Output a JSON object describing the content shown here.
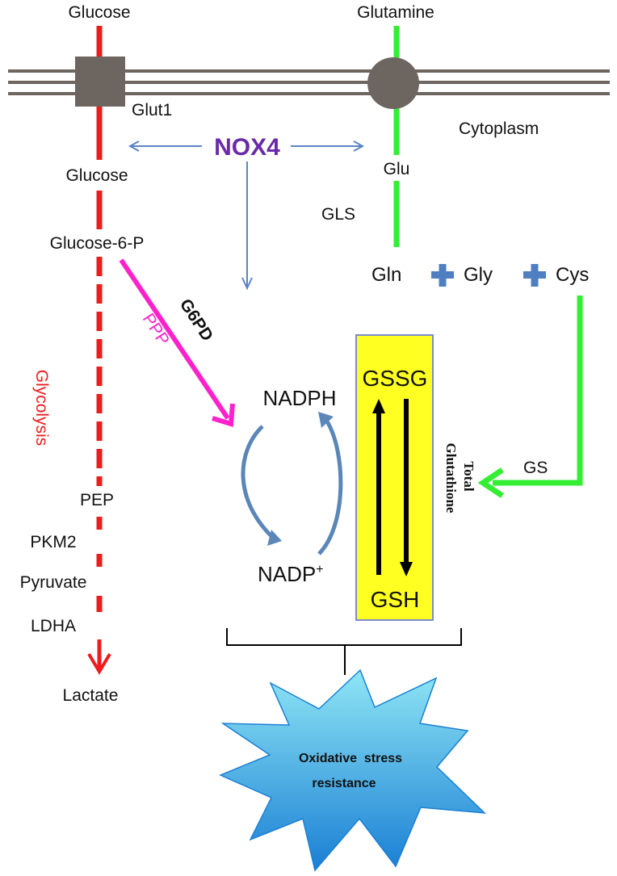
{
  "colors": {
    "glycolysis": "#ee1c1c",
    "glutamine": "#33ee33",
    "ppp": "#ff22cc",
    "nox4": "#6a2aa8",
    "nox_arrow": "#5b84c4",
    "membrane": "#6d6560",
    "glutathione_box": "#ffff22",
    "glutathione_border": "#7b8cc8",
    "plus": "#4f7fc0",
    "cycle_arrow": "#5a86b8",
    "star_top": "#8fe6f5",
    "star_bottom": "#1a7fd4"
  },
  "labels": {
    "glucose_outside": "Glucose",
    "glutamine_outside": "Glutamine",
    "glut1": "Glut1",
    "cytoplasm": "Cytoplasm",
    "nox4": "NOX4",
    "glucose_inside": "Glucose",
    "glu": "Glu",
    "gls": "GLS",
    "glucose6p": "Glucose-6-P",
    "gln": "Gln",
    "gly": "Gly",
    "cys": "Cys",
    "g6pd": "G6PD",
    "ppp": "PPP",
    "glycolysis": "Glycolysis",
    "nadph": "NADPH",
    "nadp": "NADP",
    "nadp_sup": "+",
    "gssg": "GSSG",
    "gsh": "GSH",
    "total": "Total",
    "glutathione": "Glutathione",
    "gs": "GS",
    "pep": "PEP",
    "pkm2": "PKM2",
    "pyruvate": "Pyruvate",
    "ldha": "LDHA",
    "lactate": "Lactate",
    "oxidative_line1": "Oxidative  stress",
    "oxidative_line2": "resistance"
  }
}
